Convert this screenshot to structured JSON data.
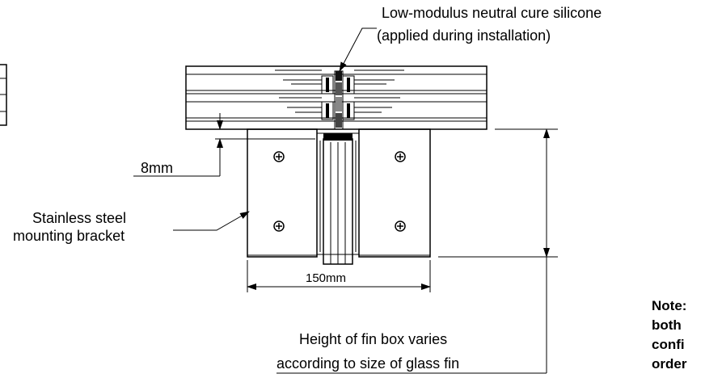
{
  "labels": {
    "silicone_line1": "Low-modulus neutral cure silicone",
    "silicone_line2": "(applied during installation)",
    "gap": "8mm",
    "bracket_line1": "Stainless steel",
    "bracket_line2": "mounting bracket",
    "width": "150mm",
    "height_line1": "Height of fin box varies",
    "height_line2": "according to size of glass fin"
  },
  "note": {
    "line1": "Note:",
    "line2": "both",
    "line3": "confi",
    "line4": "order"
  }
}
